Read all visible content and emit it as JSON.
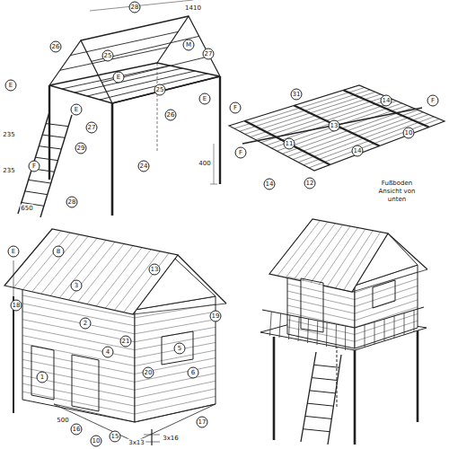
{
  "diagram": {
    "labels": [
      "28",
      "E",
      "26",
      "25",
      "E",
      "M",
      "27",
      "E",
      "25",
      "26",
      "E",
      "27",
      "29",
      "F",
      "28",
      "24",
      "400",
      "650",
      "235",
      "235",
      "1410",
      "F",
      "31",
      "14",
      "F",
      "13",
      "10",
      "11",
      "14",
      "12",
      "F",
      "14",
      "Fußboden Ansicht von unten",
      "E",
      "8",
      "18",
      "3",
      "19",
      "13",
      "2",
      "4",
      "1",
      "21",
      "20",
      "5",
      "6",
      "16",
      "10",
      "15",
      "17",
      "500",
      "3x13",
      "3x16"
    ]
  }
}
